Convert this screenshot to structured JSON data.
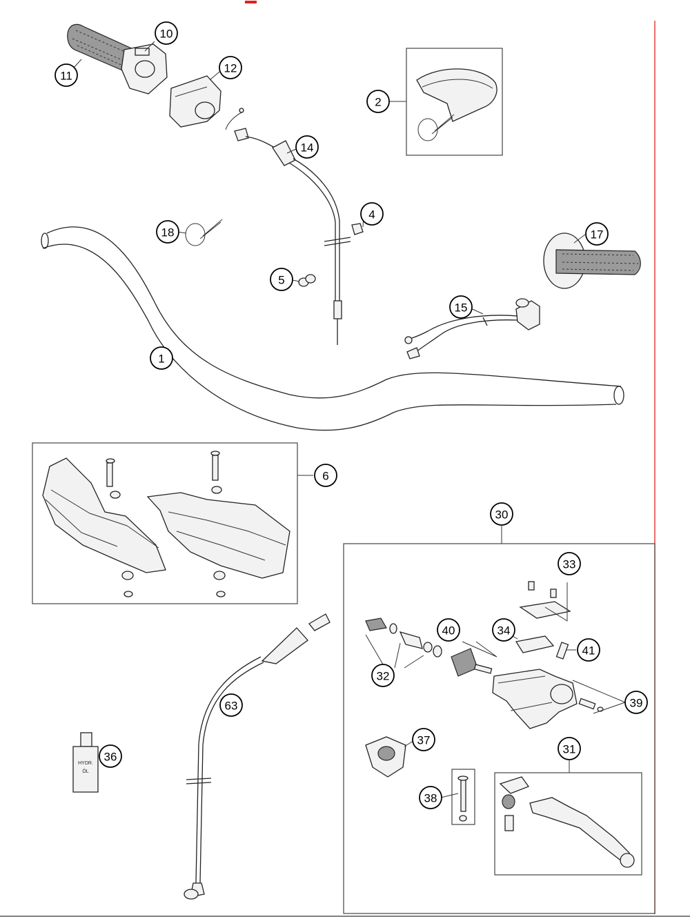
{
  "callouts": [
    {
      "id": "c10",
      "label": "10"
    },
    {
      "id": "c11",
      "label": "11"
    },
    {
      "id": "c12",
      "label": "12"
    },
    {
      "id": "c2",
      "label": "2"
    },
    {
      "id": "c14",
      "label": "14"
    },
    {
      "id": "c4",
      "label": "4"
    },
    {
      "id": "c18",
      "label": "18"
    },
    {
      "id": "c17",
      "label": "17"
    },
    {
      "id": "c5",
      "label": "5"
    },
    {
      "id": "c15",
      "label": "15"
    },
    {
      "id": "c1",
      "label": "1"
    },
    {
      "id": "c6",
      "label": "6"
    },
    {
      "id": "c30",
      "label": "30"
    },
    {
      "id": "c33",
      "label": "33"
    },
    {
      "id": "c40",
      "label": "40"
    },
    {
      "id": "c34",
      "label": "34"
    },
    {
      "id": "c41",
      "label": "41"
    },
    {
      "id": "c32",
      "label": "32"
    },
    {
      "id": "c39",
      "label": "39"
    },
    {
      "id": "c63",
      "label": "63"
    },
    {
      "id": "c37",
      "label": "37"
    },
    {
      "id": "c31",
      "label": "31"
    },
    {
      "id": "c36",
      "label": "36"
    },
    {
      "id": "c38",
      "label": "38"
    }
  ],
  "bottle_label": [
    "HYDR.",
    "ÖL"
  ],
  "colors": {
    "accent_line": "#e02020",
    "ink": "#222222"
  }
}
